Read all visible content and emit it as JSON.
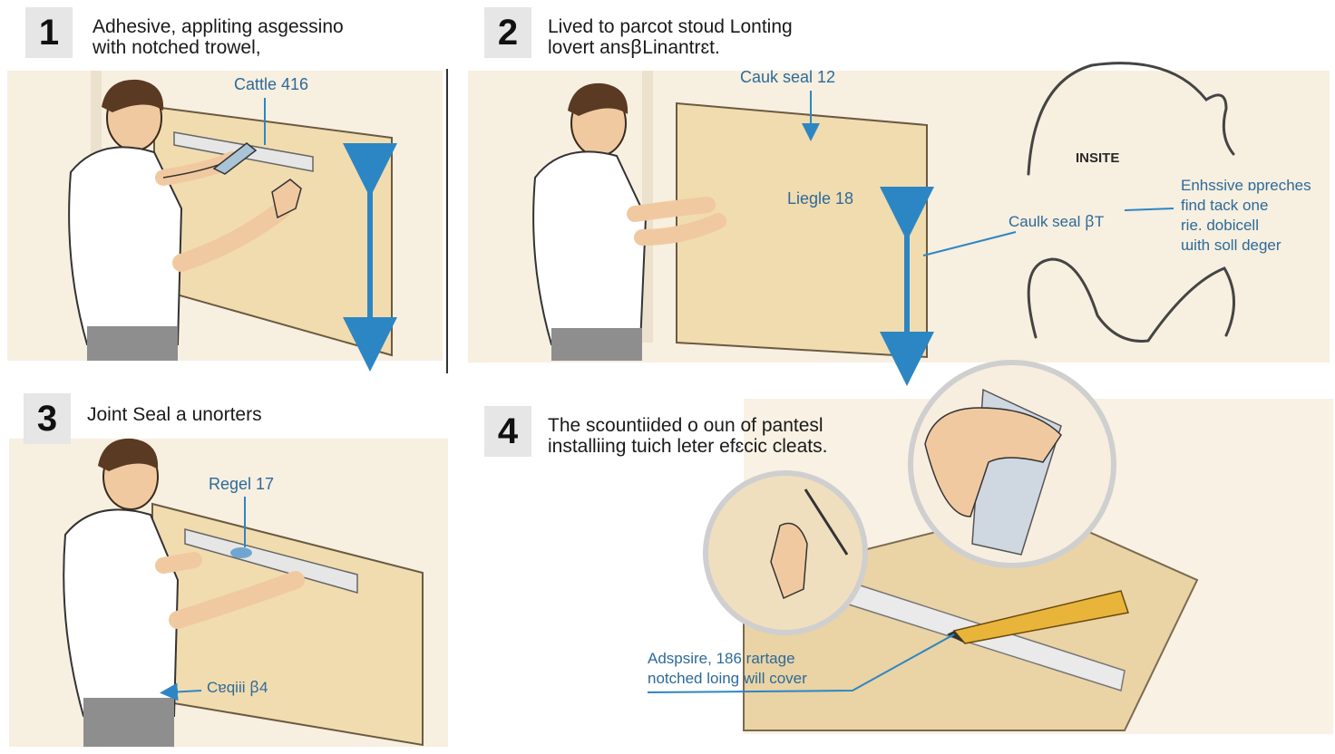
{
  "steps": [
    {
      "number": "1",
      "text": "Adhesive, appliting asgessino\nwith notched trowel,"
    },
    {
      "number": "2",
      "text": "Lived to parcot stoud Lonting\nlovert ansꞵLinantrɛt."
    },
    {
      "number": "3",
      "text": "Joint Seal a unorters"
    },
    {
      "number": "4",
      "text": "The scountiided o oun of pantesl\ninstalliing tuich leter efɛcic cleats."
    }
  ],
  "callouts": {
    "p1_top": "Cattle 416",
    "p2_top": "Cauk seal 12",
    "p2_mid": "Liegle 18",
    "p2_side": "Caulk seal ꞵT",
    "p2_inset": "INSITE",
    "p2_note": "Enhssive ɒpreches\nfind tack one\nrie. dobicell\nɯith soll deger",
    "p3_top": "Regel 17",
    "p3_bottom": "Cɐqiii ꞵ4",
    "p4_note": "Adspsire, 186 rartage\nnotched loing will cover"
  },
  "colors": {
    "accent": "#2d86c4",
    "panel": "#f1dcb0",
    "background": "#f8f1e4",
    "shirt": "#ffffff",
    "skin": "#f1c9a0"
  }
}
